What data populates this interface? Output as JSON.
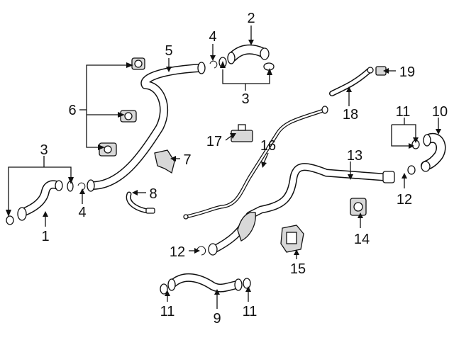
{
  "diagram": {
    "callouts": [
      {
        "id": "1",
        "label": "1"
      },
      {
        "id": "2",
        "label": "2"
      },
      {
        "id": "3a",
        "label": "3"
      },
      {
        "id": "3b",
        "label": "3"
      },
      {
        "id": "4a",
        "label": "4"
      },
      {
        "id": "4b",
        "label": "4"
      },
      {
        "id": "5",
        "label": "5"
      },
      {
        "id": "6",
        "label": "6"
      },
      {
        "id": "7",
        "label": "7"
      },
      {
        "id": "8",
        "label": "8"
      },
      {
        "id": "9",
        "label": "9"
      },
      {
        "id": "10",
        "label": "10"
      },
      {
        "id": "11a",
        "label": "11"
      },
      {
        "id": "11b",
        "label": "11"
      },
      {
        "id": "11c",
        "label": "11"
      },
      {
        "id": "12a",
        "label": "12"
      },
      {
        "id": "12b",
        "label": "12"
      },
      {
        "id": "13",
        "label": "13"
      },
      {
        "id": "14",
        "label": "14"
      },
      {
        "id": "15",
        "label": "15"
      },
      {
        "id": "16",
        "label": "16"
      },
      {
        "id": "17",
        "label": "17"
      },
      {
        "id": "18",
        "label": "18"
      },
      {
        "id": "19",
        "label": "19"
      }
    ]
  }
}
